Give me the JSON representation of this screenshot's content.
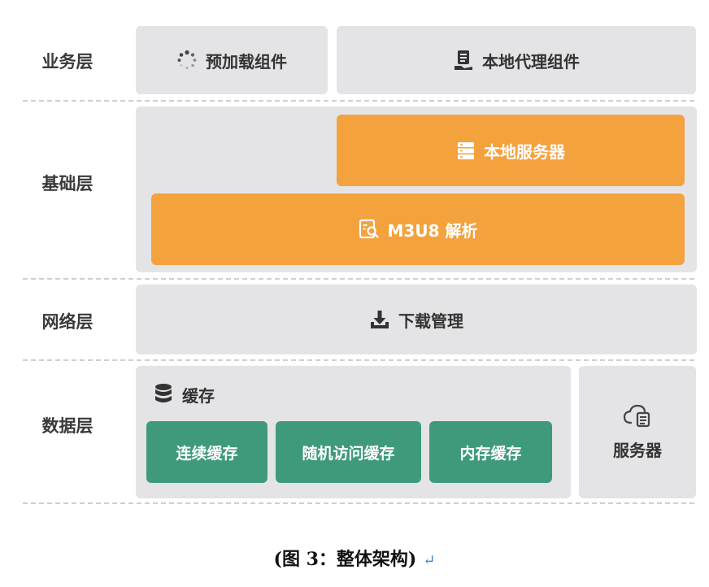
{
  "layers": {
    "business": "业务层",
    "foundation": "基础层",
    "network": "网络层",
    "data": "数据层"
  },
  "business": {
    "preload": "预加载组件",
    "local_proxy": "本地代理组件"
  },
  "foundation": {
    "local_server": "本地服务器",
    "m3u8": "M3U8 解析"
  },
  "network": {
    "download": "下载管理"
  },
  "data": {
    "cache_title": "缓存",
    "cache_items": [
      "连续缓存",
      "随机访问缓存",
      "内存缓存"
    ],
    "server": "服务器"
  },
  "caption": "(图 3：整体架构)",
  "colors": {
    "panel": "#e4e4e6",
    "orange": "#f3a23e",
    "green": "#3f9a7b"
  }
}
